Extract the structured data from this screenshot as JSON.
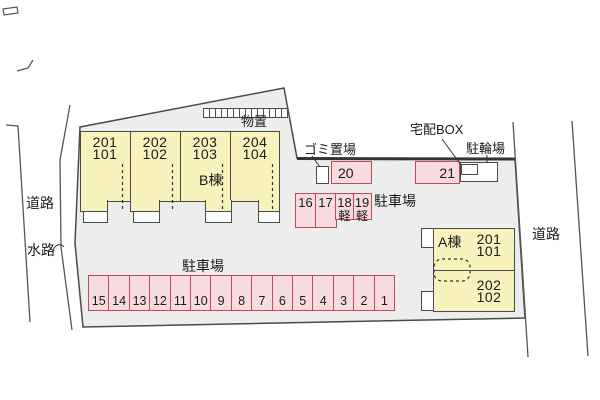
{
  "labels": {
    "road_left": "道路",
    "waterway": "水路",
    "road_right": "道路",
    "storage": "物置",
    "garbage": "ゴミ置場",
    "delivery_box": "宅配BOX",
    "bicycle_parking": "駐輪場",
    "parking_mid": "駐車場",
    "parking_bottom": "駐車場"
  },
  "buildings": {
    "b": {
      "name": "B棟",
      "units": [
        {
          "upper": "201",
          "lower": "101"
        },
        {
          "upper": "202",
          "lower": "102"
        },
        {
          "upper": "203",
          "lower": "103"
        },
        {
          "upper": "204",
          "lower": "104"
        }
      ]
    },
    "a": {
      "name": "A棟",
      "units": [
        {
          "upper": "201",
          "lower": "101"
        },
        {
          "upper": "202",
          "lower": "102"
        }
      ]
    }
  },
  "parking": {
    "space_20": "20",
    "space_21": "21",
    "mid_row": [
      {
        "num": "16",
        "tag": ""
      },
      {
        "num": "17",
        "tag": ""
      },
      {
        "num": "18",
        "tag": "軽"
      },
      {
        "num": "19",
        "tag": "軽"
      }
    ],
    "bottom_row": [
      "15",
      "14",
      "13",
      "12",
      "11",
      "10",
      "9",
      "8",
      "7",
      "6",
      "5",
      "4",
      "3",
      "2",
      "1"
    ]
  },
  "colors": {
    "property_fill": "#ededed",
    "building_fill": "#f8f2bd",
    "space_fill": "#f8dbe0",
    "space_border": "#c04b55",
    "line": "#4a4a4a"
  }
}
